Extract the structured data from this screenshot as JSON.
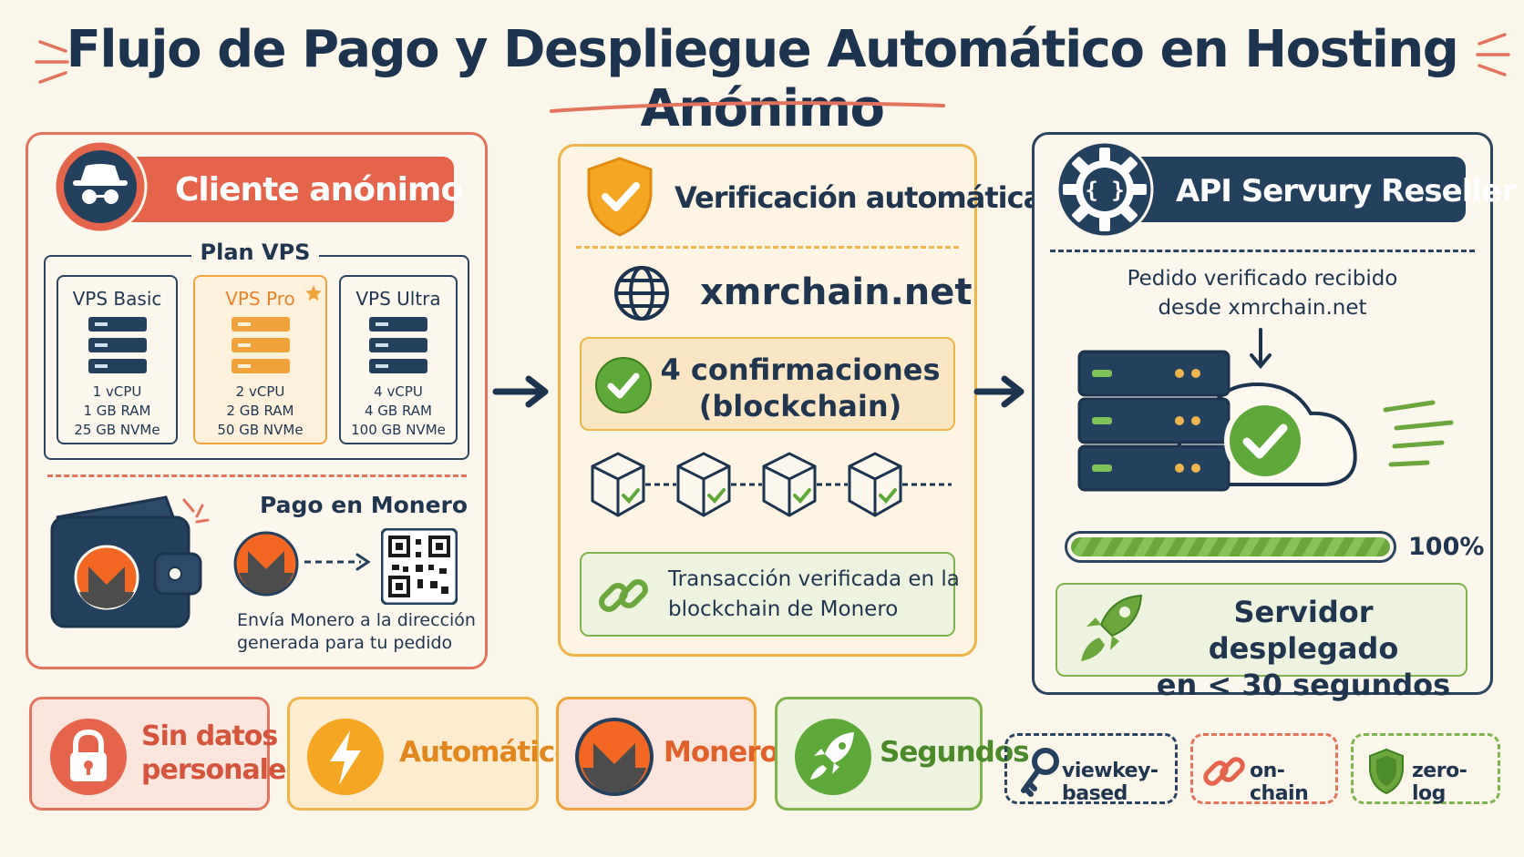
{
  "title": "Flujo de Pago y Despliegue Automático en Hosting Anónimo",
  "colors": {
    "coral": "#e5654c",
    "amber": "#f0b54a",
    "navy": "#23405e",
    "green": "#6aa83e",
    "background": "#fbf6ea",
    "monero_orange": "#f26822"
  },
  "client": {
    "header": "Cliente anónimo",
    "icon": "incognito-icon",
    "plan_title": "Plan VPS",
    "plans": [
      {
        "name": "VPS Basic",
        "cpu": "1 vCPU",
        "ram": "1 GB RAM",
        "disk": "25 GB NVMe",
        "featured": false
      },
      {
        "name": "VPS Pro",
        "cpu": "2 vCPU",
        "ram": "2 GB RAM",
        "disk": "50 GB NVMe",
        "featured": true
      },
      {
        "name": "VPS Ultra",
        "cpu": "4 vCPU",
        "ram": "4 GB RAM",
        "disk": "100 GB NVMe",
        "featured": false
      }
    ],
    "payment_title": "Pago en Monero",
    "payment_desc_line1": "Envía Monero a la dirección",
    "payment_desc_line2": "generada para tu pedido",
    "payment_icons": [
      "wallet-icon",
      "monero-icon",
      "qr-code-icon"
    ]
  },
  "verification": {
    "header": "Verificación automática",
    "icon": "shield-check-icon",
    "explorer": "xmrchain.net",
    "confirmations_line1": "4 confirmaciones",
    "confirmations_line2": "(blockchain)",
    "blocks": 4,
    "tx_line1": "Transacción verificada en la",
    "tx_line2": "blockchain de Monero"
  },
  "api": {
    "header": "API Servury Reseller",
    "icon": "api-gear-icon",
    "received_line1": "Pedido verificado recibido",
    "received_line2": "desde xmrchain.net",
    "progress": 1.0,
    "progress_label": "100%",
    "deployed_line1": "Servidor desplegado",
    "deployed_line2": "en < 30 segundos"
  },
  "badges": [
    {
      "line1": "Sin datos",
      "line2": "personales",
      "icon": "lock-icon"
    },
    {
      "line1": "Automático",
      "line2": "",
      "icon": "lightning-icon"
    },
    {
      "line1": "Monero",
      "line2": "",
      "icon": "monero-icon"
    },
    {
      "line1": "Segundos",
      "line2": "",
      "icon": "rocket-icon"
    }
  ],
  "tags": [
    {
      "label": "viewkey-based",
      "icon": "key-icon"
    },
    {
      "label": "on-chain",
      "icon": "chain-link-icon"
    },
    {
      "label": "zero-log",
      "icon": "shield-icon"
    }
  ]
}
